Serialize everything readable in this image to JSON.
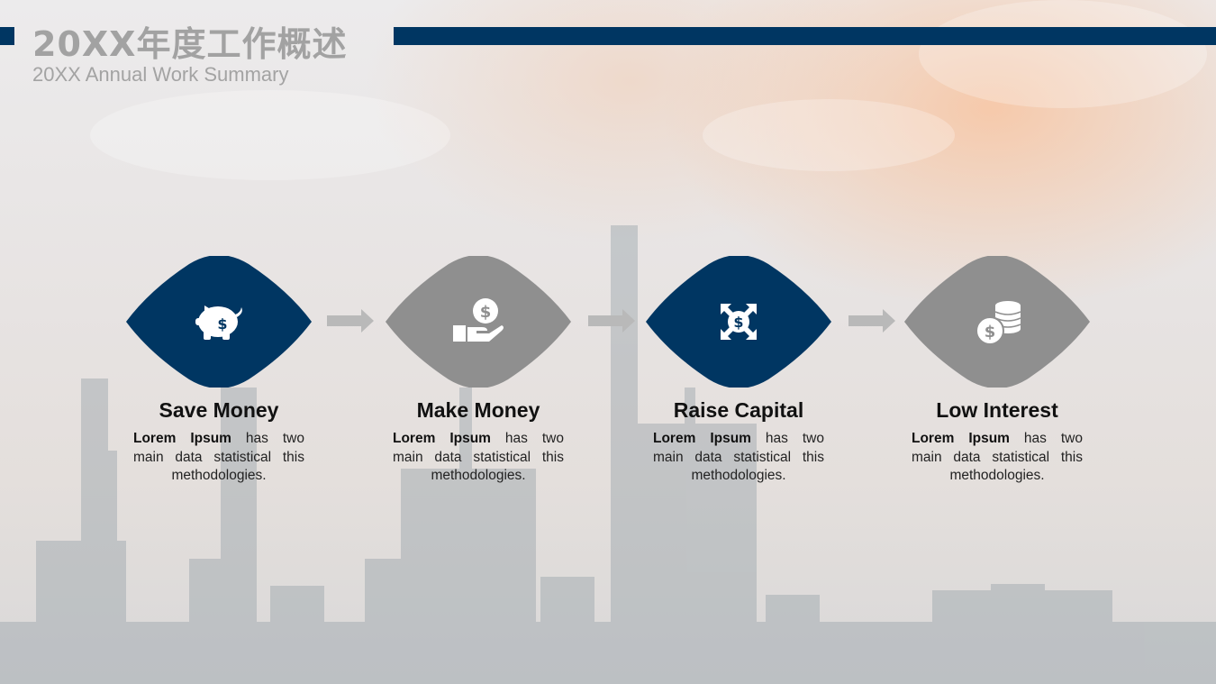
{
  "header": {
    "title": "20XX年度工作概述",
    "subtitle": "20XX Annual Work Summary"
  },
  "colors": {
    "navy": "#003662",
    "gray": "#8f8f8f",
    "arrow": "#b9b9b9",
    "title": "#a2a2a2"
  },
  "steps": [
    {
      "title": "Save Money",
      "desc_bold": "Lorem Ipsum",
      "desc_rest": " has two main data statistical this methodologies.",
      "icon": "piggy-bank-icon",
      "color": "navy"
    },
    {
      "title": "Make Money",
      "desc_bold": "Lorem Ipsum",
      "desc_rest": " has two main data statistical this methodologies.",
      "icon": "hand-coin-icon",
      "color": "gray"
    },
    {
      "title": "Raise Capital",
      "desc_bold": "Lorem Ipsum",
      "desc_rest": " has two main data statistical this methodologies.",
      "icon": "expand-dollar-icon",
      "color": "navy"
    },
    {
      "title": "Low Interest",
      "desc_bold": "Lorem Ipsum",
      "desc_rest": " has two main data statistical this methodologies.",
      "icon": "coins-stack-icon",
      "color": "gray"
    }
  ]
}
